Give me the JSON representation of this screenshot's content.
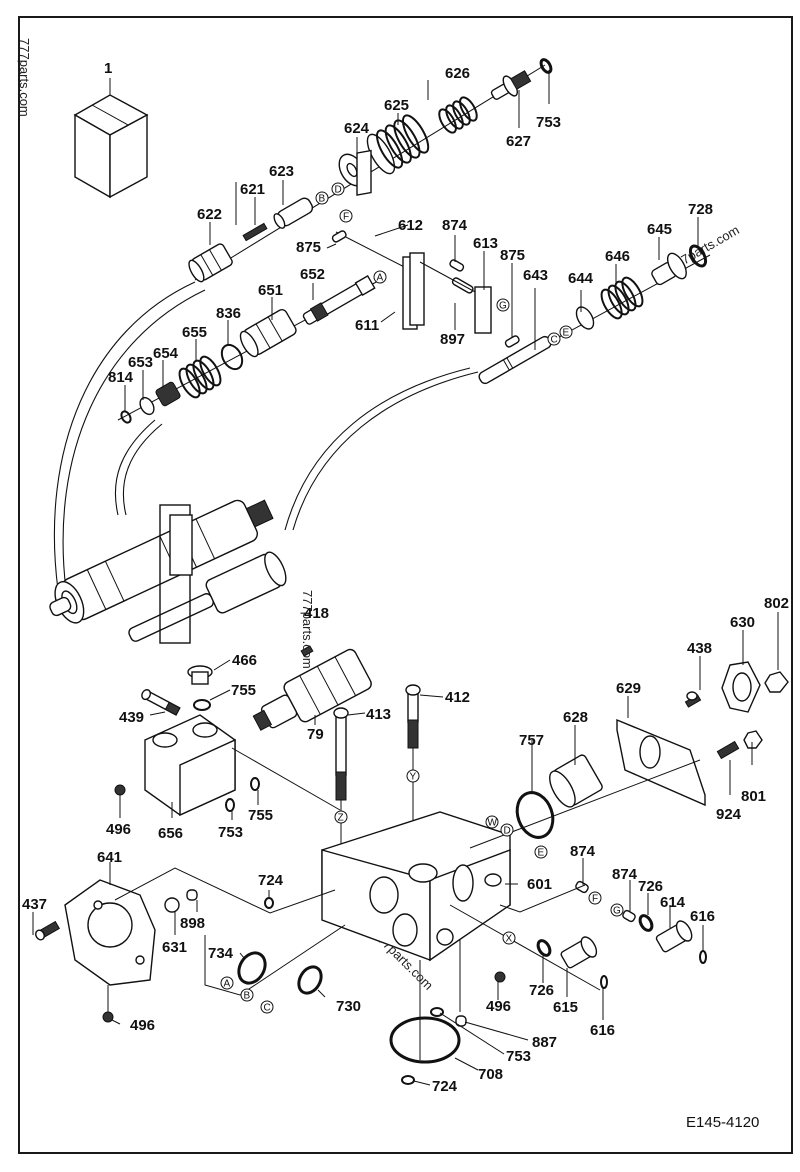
{
  "diagram": {
    "title": "Control valve exploded parts diagram",
    "drawing_code": "E145-4120",
    "watermarks": [
      "777parts.com",
      "777parts.com",
      "777parts.com",
      "777parts.com"
    ],
    "part_labels": [
      {
        "id": "lbl-1",
        "text": "1"
      },
      {
        "id": "lbl-626",
        "text": "626"
      },
      {
        "id": "lbl-625",
        "text": "625"
      },
      {
        "id": "lbl-624",
        "text": "624"
      },
      {
        "id": "lbl-753a",
        "text": "753"
      },
      {
        "id": "lbl-627",
        "text": "627"
      },
      {
        "id": "lbl-623",
        "text": "623"
      },
      {
        "id": "lbl-621",
        "text": "621"
      },
      {
        "id": "lbl-622",
        "text": "622"
      },
      {
        "id": "lbl-612",
        "text": "612"
      },
      {
        "id": "lbl-874a",
        "text": "874"
      },
      {
        "id": "lbl-875a",
        "text": "875"
      },
      {
        "id": "lbl-728",
        "text": "728"
      },
      {
        "id": "lbl-645",
        "text": "645"
      },
      {
        "id": "lbl-613",
        "text": "613"
      },
      {
        "id": "lbl-875b",
        "text": "875"
      },
      {
        "id": "lbl-646",
        "text": "646"
      },
      {
        "id": "lbl-652",
        "text": "652"
      },
      {
        "id": "lbl-643",
        "text": "643"
      },
      {
        "id": "lbl-644",
        "text": "644"
      },
      {
        "id": "lbl-651",
        "text": "651"
      },
      {
        "id": "lbl-611",
        "text": "611"
      },
      {
        "id": "lbl-897",
        "text": "897"
      },
      {
        "id": "lbl-836",
        "text": "836"
      },
      {
        "id": "lbl-655",
        "text": "655"
      },
      {
        "id": "lbl-653",
        "text": "653"
      },
      {
        "id": "lbl-654",
        "text": "654"
      },
      {
        "id": "lbl-814",
        "text": "814"
      },
      {
        "id": "lbl-418",
        "text": "418"
      },
      {
        "id": "lbl-802",
        "text": "802"
      },
      {
        "id": "lbl-630",
        "text": "630"
      },
      {
        "id": "lbl-466",
        "text": "466"
      },
      {
        "id": "lbl-438",
        "text": "438"
      },
      {
        "id": "lbl-755a",
        "text": "755"
      },
      {
        "id": "lbl-629",
        "text": "629"
      },
      {
        "id": "lbl-412",
        "text": "412"
      },
      {
        "id": "lbl-439",
        "text": "439"
      },
      {
        "id": "lbl-413",
        "text": "413"
      },
      {
        "id": "lbl-79",
        "text": "79"
      },
      {
        "id": "lbl-628",
        "text": "628"
      },
      {
        "id": "lbl-757",
        "text": "757"
      },
      {
        "id": "lbl-801",
        "text": "801"
      },
      {
        "id": "lbl-924",
        "text": "924"
      },
      {
        "id": "lbl-496a",
        "text": "496"
      },
      {
        "id": "lbl-656",
        "text": "656"
      },
      {
        "id": "lbl-753b",
        "text": "753"
      },
      {
        "id": "lbl-755b",
        "text": "755"
      },
      {
        "id": "lbl-641",
        "text": "641"
      },
      {
        "id": "lbl-874b",
        "text": "874"
      },
      {
        "id": "lbl-724a",
        "text": "724"
      },
      {
        "id": "lbl-601",
        "text": "601"
      },
      {
        "id": "lbl-874c",
        "text": "874"
      },
      {
        "id": "lbl-726a",
        "text": "726"
      },
      {
        "id": "lbl-437",
        "text": "437"
      },
      {
        "id": "lbl-898",
        "text": "898"
      },
      {
        "id": "lbl-614",
        "text": "614"
      },
      {
        "id": "lbl-616a",
        "text": "616"
      },
      {
        "id": "lbl-631",
        "text": "631"
      },
      {
        "id": "lbl-734",
        "text": "734"
      },
      {
        "id": "lbl-726b",
        "text": "726"
      },
      {
        "id": "lbl-730",
        "text": "730"
      },
      {
        "id": "lbl-496b",
        "text": "496"
      },
      {
        "id": "lbl-615",
        "text": "615"
      },
      {
        "id": "lbl-616b",
        "text": "616"
      },
      {
        "id": "lbl-496c",
        "text": "496"
      },
      {
        "id": "lbl-887",
        "text": "887"
      },
      {
        "id": "lbl-753c",
        "text": "753"
      },
      {
        "id": "lbl-708",
        "text": "708"
      },
      {
        "id": "lbl-724b",
        "text": "724"
      }
    ],
    "reference_markers": [
      {
        "id": "ref-B",
        "text": "B"
      },
      {
        "id": "ref-D",
        "text": "D"
      },
      {
        "id": "ref-F",
        "text": "F"
      },
      {
        "id": "ref-A",
        "text": "A"
      },
      {
        "id": "ref-G",
        "text": "G"
      },
      {
        "id": "ref-C",
        "text": "C"
      },
      {
        "id": "ref-E",
        "text": "E"
      },
      {
        "id": "ref-Y",
        "text": "Y"
      },
      {
        "id": "ref-Z",
        "text": "Z"
      },
      {
        "id": "ref-W",
        "text": "W"
      },
      {
        "id": "ref-D2",
        "text": "D"
      },
      {
        "id": "ref-E2",
        "text": "E"
      },
      {
        "id": "ref-F2",
        "text": "F"
      },
      {
        "id": "ref-G2",
        "text": "G"
      },
      {
        "id": "ref-X",
        "text": "X"
      },
      {
        "id": "ref-A2",
        "text": "A"
      },
      {
        "id": "ref-B2",
        "text": "B"
      },
      {
        "id": "ref-C2",
        "text": "C"
      }
    ]
  }
}
